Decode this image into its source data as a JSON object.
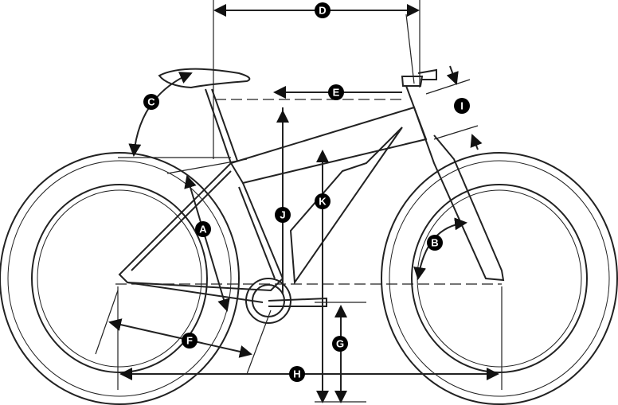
{
  "diagram": {
    "subject": "bike-geometry",
    "labels": {
      "A": "A",
      "B": "B",
      "C": "C",
      "D": "D",
      "E": "E",
      "F": "F",
      "G": "G",
      "H": "H",
      "I": "I",
      "J": "J",
      "K": "K"
    },
    "colors": {
      "line": "#222222",
      "marker": "#000000",
      "background": "#ffffff"
    }
  }
}
